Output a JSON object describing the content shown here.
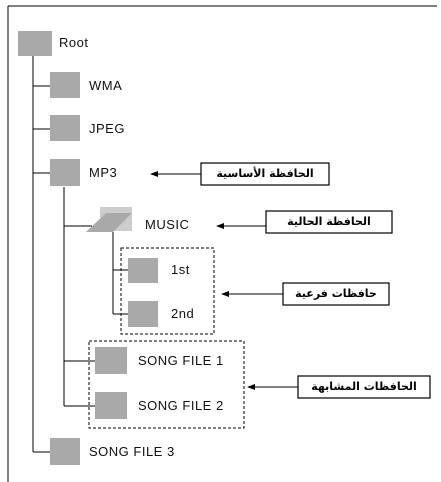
{
  "colors": {
    "folder": "#a9a9a9",
    "folder_light": "#cdcdcd",
    "line": "#000000",
    "callout_border": "#000000",
    "callout_fill": "#ffffff"
  },
  "icons": {
    "closed_folder": "folder-icon",
    "open_folder": "open-folder-icon",
    "arrow": "arrow-left-icon"
  },
  "tree": {
    "root": "Root",
    "wma": "WMA",
    "jpeg": "JPEG",
    "mp3": "MP3",
    "music": "MUSIC",
    "first": "1st",
    "second": "2nd",
    "song_file_1": "SONG FILE 1",
    "song_file_2": "SONG FILE 2",
    "song_file_3": "SONG FILE 3"
  },
  "callouts": {
    "main_folder": "الحافظة الأساسية",
    "current_folder": "الحافظة الحالية",
    "subfolders": "حافظات فرعية",
    "similar_folders": "الحافظات المشابهة"
  }
}
